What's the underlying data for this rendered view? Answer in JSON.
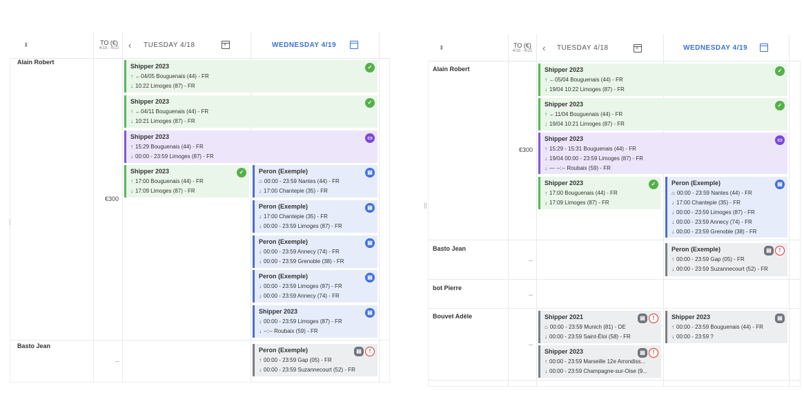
{
  "header": {
    "sort_icon": "sort-icon",
    "to_label": "TO (€)",
    "to_range": "4/18 - 4/22",
    "prev": "‹",
    "day1": "TUESDAY 4/18",
    "day2": "WEDNESDAY 4/19"
  },
  "left": {
    "rows": [
      {
        "name": "Alain Robert",
        "revenue": "€300"
      },
      {
        "name": "Basto Jean",
        "revenue": "--"
      }
    ],
    "cards": {
      "c1": {
        "title": "Shipper 2023",
        "l1": "←04/05 Bouguenais (44) - FR",
        "l2": "10:22 Limoges (87) - FR"
      },
      "c2": {
        "title": "Shipper 2023",
        "l1": "←04/11 Bouguenais (44) - FR",
        "l2": "10:21 Limoges (87) - FR"
      },
      "c3": {
        "title": "Shipper 2023",
        "l1": "15:29 Bouguenais (44) - FR",
        "l2": "00:00 - 23:59 Limoges (87) - FR"
      },
      "c4": {
        "title": "Shipper 2023",
        "l1": "17:00 Bouguenais (44) - FR",
        "l2": "17:09 Limoges (87) - FR"
      },
      "w1": {
        "title": "Peron (Exemple)",
        "l1": "00:00 - 23:59 Nantes (44) - FR",
        "l2": "17:00 Chantepie (35) - FR"
      },
      "w2": {
        "title": "Peron (Exemple)",
        "l1": "17:00 Chantepie (35) - FR",
        "l2": "00:00 - 23:59 Limoges (87) - FR"
      },
      "w3": {
        "title": "Peron (Exemple)",
        "l1": "00:00 - 23:59 Annecy (74) - FR",
        "l2": "00:00 - 23:59 Grenoble (38) - FR"
      },
      "w4": {
        "title": "Peron (Exemple)",
        "l1": "00:00 - 23:59 Limoges (87) - FR",
        "l2": "00:00 - 23:59 Annecy (74) - FR"
      },
      "w5": {
        "title": "Shipper 2023",
        "l1": "00:00 - 23:59 Limoges (87) - FR",
        "l2": "--:-- Roubaix (59) - FR"
      },
      "b1": {
        "title": "Peron (Exemple)",
        "l1": "00:00 - 23:59 Gap (05) - FR",
        "l2": "00:00 - 23:59 Suzannecourt (52) - FR"
      }
    }
  },
  "right": {
    "rows": [
      {
        "name": "Alain Robert",
        "revenue": "€300"
      },
      {
        "name": "Basto Jean",
        "revenue": "--"
      },
      {
        "name": "bot Pierre",
        "revenue": "--"
      },
      {
        "name": "Bouvet Adèle",
        "revenue": "--"
      }
    ],
    "cards": {
      "c1": {
        "title": "Shipper 2023",
        "l1": "←05/04 Bouguenais (44) - FR",
        "l2": "19/04 10:22 Limoges (87) - FR"
      },
      "c2": {
        "title": "Shipper 2023",
        "l1": "←11/04 Bouguenais (44) - FR",
        "l2": "19/04 10:21 Limoges (87) - FR"
      },
      "c3": {
        "title": "Shipper 2023",
        "l1": "15:29 - 15:31 Bouguenais (44) - FR",
        "l2": "19/04 00:00 - 23:59 Limoges (87) - FR",
        "l3": "— --:-- Roubaix (59) - FR"
      },
      "c4": {
        "title": "Shipper 2023",
        "l1": "17:00 Bouguenais (44) - FR",
        "l2": "17:09 Limoges (87) - FR"
      },
      "w1": {
        "title": "Peron (Exemple)",
        "l1": "00:00 - 23:59 Nantes (44) - FR",
        "l2": "17:00 Chantepie (35) - FR",
        "l3": "00:00 - 23:59 Limoges (87) - FR",
        "l4": "00:00 - 23:59 Annecy (74) - FR",
        "l5": "00:00 - 23:59 Grenoble (38) - FR"
      },
      "b1": {
        "title": "Peron (Exemple)",
        "l1": "00:00 - 23:59 Gap (05) - FR",
        "l2": "00:00 - 23:59 Suzannecourt (52) - FR"
      },
      "d1": {
        "title": "Shipper 2021",
        "l1": "00:00 - 23:59 Munich (81) - DE",
        "l2": "00:00 - 23:59 Saint-Éloi (58) - FR"
      },
      "d2": {
        "title": "Shipper 2023",
        "l1": "00:00 - 23:59 Bouguenais (44) - FR",
        "l2": "00:00 - 23:59 ?"
      },
      "d3": {
        "title": "Shipper 2023",
        "l1": "00:00 - 23:59 Marseille 12e Arrondiss...",
        "l2": "00:00 - 23:59 Champagne-sur-Oise (9..."
      }
    }
  },
  "icons": {
    "check": "✓",
    "warn": "!",
    "arrow_up": "↑",
    "arrow_down": "↓",
    "home": "⌂"
  }
}
